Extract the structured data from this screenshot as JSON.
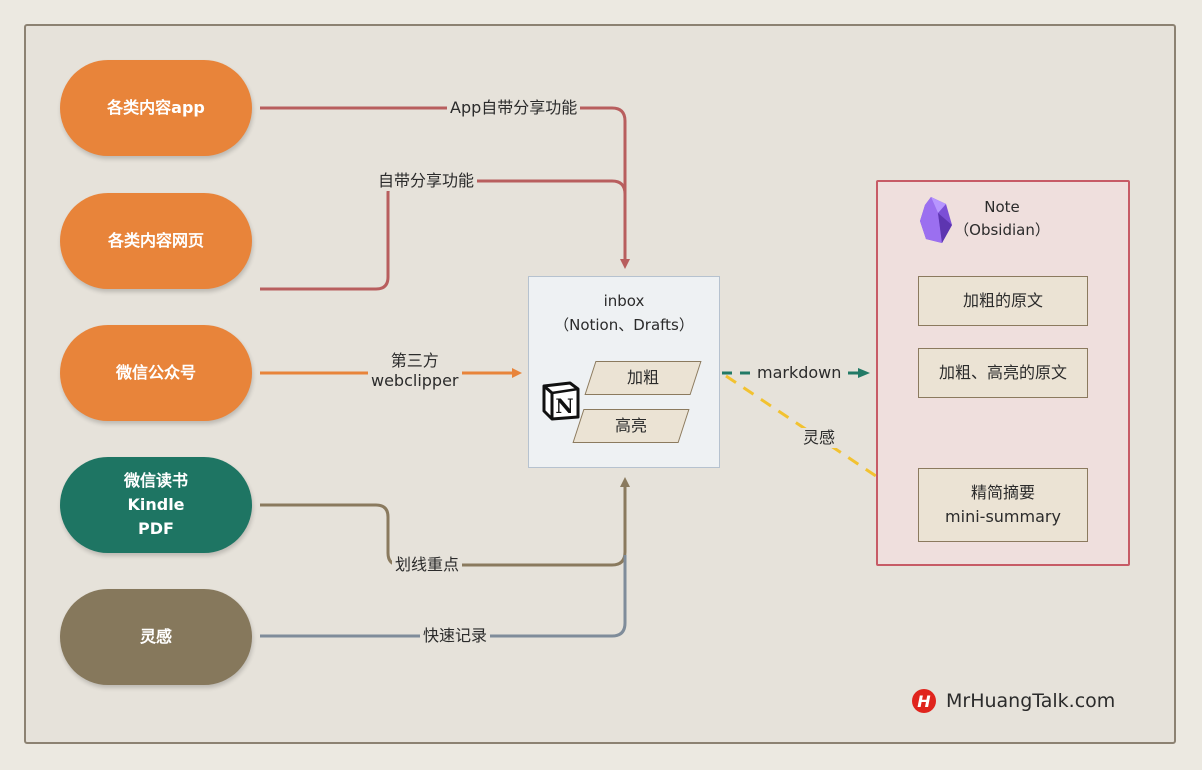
{
  "sources": {
    "content_app": "各类内容app",
    "content_web": "各类内容网页",
    "wechat_official": "微信公众号",
    "reading": {
      "line1": "微信读书",
      "line2": "Kindle",
      "line3": "PDF"
    },
    "inspiration": "灵感"
  },
  "connectors": {
    "app_share": "App自带分享功能",
    "builtin_share": "自带分享功能",
    "third_party_line1": "第三方",
    "third_party_line2": "webclipper",
    "highlight_key": "划线重点",
    "quick_note": "快速记录",
    "markdown": "markdown",
    "inspiration": "灵感"
  },
  "inbox": {
    "title": "inbox",
    "subtitle": "（Notion、Drafts）",
    "bold_item": "加粗",
    "highlight_item": "高亮",
    "logo_letter": "N"
  },
  "note": {
    "title": "Note",
    "subtitle": "（Obsidian）",
    "box1": "加粗的原文",
    "box2": "加粗、高亮的原文",
    "box3_line1": "精简摘要",
    "box3_line2": "mini-summary"
  },
  "brand": {
    "mark": "H",
    "text": "MrHuangTalk.com"
  },
  "colors": {
    "orange": "#e8843a",
    "teal": "#1e7563",
    "brown": "#86785c",
    "red_line": "#b85e5e",
    "orange_line": "#e8843a",
    "olive_line": "#8a7a5e",
    "gray_line": "#7f8c9a",
    "teal_dash": "#227a66",
    "yellow_dash": "#f2c230",
    "red_dash": "#d14a5e"
  }
}
